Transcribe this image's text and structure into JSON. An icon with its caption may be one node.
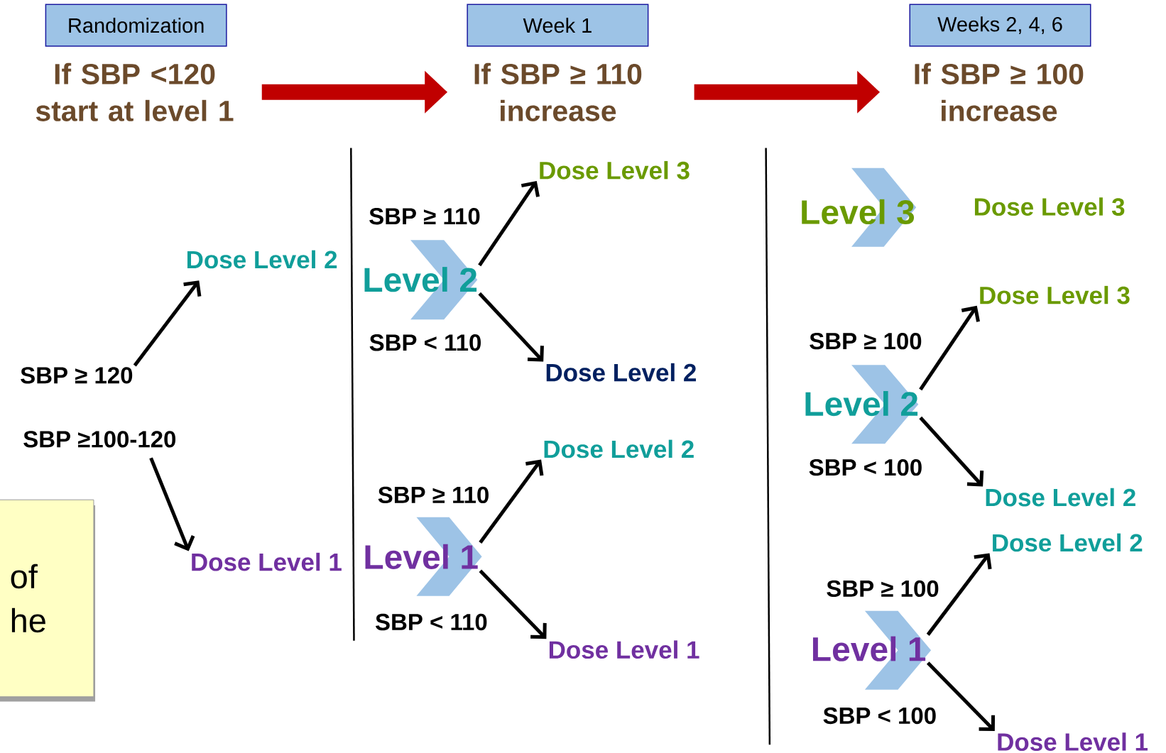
{
  "diagram": {
    "nodes": [
      {
        "text": [
          "Randomization"
        ]
      },
      {
        "text": [
          "If SBP <120 start at level 1"
        ]
      },
      {
        "text": [
          "Week 1"
        ]
      },
      {
        "text": [
          "If SBP ≥ 110 increase"
        ]
      },
      {
        "text": [
          "Weeks 2, 4, 6"
        ]
      },
      {
        "text": [
          "If SBP ≥ 100 increase"
        ]
      },
      {
        "text": [
          "Dose Level 2"
        ]
      },
      {
        "text": [
          "Dose Level 1"
        ]
      },
      {
        "text": [
          "SBP ≥ 120"
        ]
      },
      {
        "text": [
          "SBP ≥100-120"
        ]
      },
      {
        "text": [
          "of he"
        ]
      },
      {
        "text": [
          "Level 2"
        ]
      },
      {
        "text": [
          "Dose Level 3"
        ]
      },
      {
        "text": [
          "Dose Level 2"
        ]
      },
      {
        "text": [
          "Level 1"
        ]
      },
      {
        "text": [
          "Dose Level 2"
        ]
      },
      {
        "text": [
          "Dose Level 1"
        ]
      },
      {
        "text": [
          "Level 3"
        ]
      },
      {
        "text": [
          "Dose Level 3"
        ]
      },
      {
        "text": [
          "Level 2"
        ]
      },
      {
        "text": [
          "Dose Level 3"
        ]
      },
      {
        "text": [
          "Dose Level 2"
        ]
      },
      {
        "text": [
          "Level 1"
        ]
      },
      {
        "text": [
          "Dose Level 2"
        ]
      },
      {
        "text": [
          "Dose Level 1"
        ]
      }
    ],
    "edges": [
      {
        "from": 1,
        "to": 3,
        "arrow": "to",
        "style": "thick",
        "color": "#c00000"
      },
      {
        "from": 3,
        "to": 5,
        "arrow": "to",
        "style": "thick",
        "color": "#c00000"
      },
      {
        "from": 8,
        "to": 6,
        "arrow": "to"
      },
      {
        "from": 9,
        "to": 7,
        "arrow": "to"
      },
      {
        "from": 11,
        "to": 12,
        "arrow": "to",
        "label": "SBP ≥ 110"
      },
      {
        "from": 11,
        "to": 13,
        "arrow": "to",
        "label": "SBP < 110"
      },
      {
        "from": 14,
        "to": 15,
        "arrow": "to",
        "label": "SBP ≥ 110"
      },
      {
        "from": 14,
        "to": 16,
        "arrow": "to",
        "label": "SBP < 110"
      },
      {
        "from": 19,
        "to": 20,
        "arrow": "to",
        "label": "SBP ≥ 100"
      },
      {
        "from": 19,
        "to": 21,
        "arrow": "to",
        "label": "SBP < 100"
      },
      {
        "from": 22,
        "to": 23,
        "arrow": "to",
        "label": "SBP ≥ 100"
      },
      {
        "from": 22,
        "to": 24,
        "arrow": "to",
        "label": "SBP < 100"
      }
    ]
  }
}
